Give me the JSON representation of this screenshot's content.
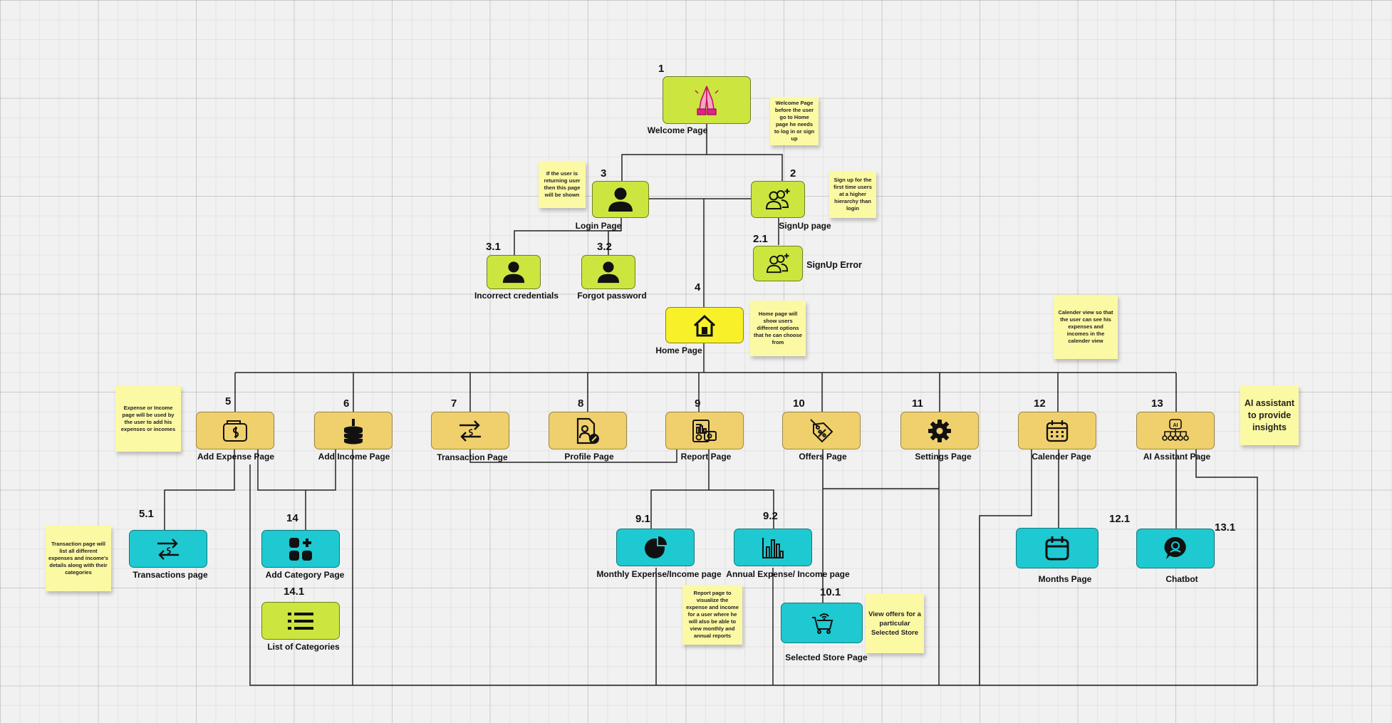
{
  "nodes": {
    "welcome": {
      "num": "1",
      "label": "Welcome Page"
    },
    "login": {
      "num": "3",
      "label": "Login Page"
    },
    "signup": {
      "num": "2",
      "label": "SignUp page"
    },
    "signup_error": {
      "num": "2.1",
      "label": "SignUp Error"
    },
    "incorrect": {
      "num": "3.1",
      "label": "Incorrect credentials"
    },
    "forgot": {
      "num": "3.2",
      "label": "Forgot password"
    },
    "home": {
      "num": "4",
      "label": "Home Page"
    },
    "add_expense": {
      "num": "5",
      "label": "Add Expense Page"
    },
    "add_income": {
      "num": "6",
      "label": "Add Income Page"
    },
    "transaction": {
      "num": "7",
      "label": "Transaction Page"
    },
    "profile": {
      "num": "8",
      "label": "Profile Page"
    },
    "report": {
      "num": "9",
      "label": "Report Page"
    },
    "offers": {
      "num": "10",
      "label": "Offers Page"
    },
    "settings": {
      "num": "11",
      "label": "Settings Page"
    },
    "calender": {
      "num": "12",
      "label": "Calender Page"
    },
    "ai": {
      "num": "13",
      "label": "AI Assitant Page"
    },
    "transactions": {
      "num": "5.1",
      "label": "Transactions page"
    },
    "add_category": {
      "num": "14",
      "label": "Add Category Page"
    },
    "list_categories": {
      "num": "14.1",
      "label": "List of Categories"
    },
    "monthly": {
      "num": "9.1",
      "label": "Monthly Expense/Income page"
    },
    "annual": {
      "num": "9.2",
      "label": "Annual Expense/ Income page"
    },
    "selected_store": {
      "num": "10.1",
      "label": "Selected Store Page"
    },
    "months": {
      "num": "12.1",
      "label": "Months Page"
    },
    "chatbot": {
      "num": "13.1",
      "label": "Chatbot"
    }
  },
  "notes": {
    "welcome": "Welcome Page before the user go to Home page he needs to log in or sign up",
    "login": "If the user is returning user then this page will be shown",
    "signup": "Sign up for the first time users at a higher hierarchy than login",
    "home": "Home page will show users different options that he can choose from",
    "calender": "Calender view so that the user can see his expenses and incomes in the calender view",
    "expense_income": "Expense or Income page will be used by the user to add his expenses or incomes",
    "ai": "AI assistant to provide insights",
    "transaction": "Transaction page will list all different expenses and income's details along with their categories",
    "report": "Report page to visualize the expense and income for a user where he will also be able to view monthly and annual reports",
    "offers": "View offers for a particular Selected Store"
  },
  "colors": {
    "lime": "#cde53f",
    "yellow": "#f8f12a",
    "gold": "#f0d06d",
    "cyan": "#1ec9d1",
    "sticky": "#fcf9a4"
  },
  "icons": {
    "welcome": "praying-hands-icon",
    "login": "user-icon",
    "signup": "add-users-icon",
    "home": "house-icon",
    "add_expense": "wallet-icon",
    "add_income": "coin-stack-icon",
    "transaction": "exchange-arrows-icon",
    "profile": "profile-document-icon",
    "report": "report-chart-icon",
    "offers": "discount-tag-icon",
    "settings": "gear-icon",
    "calender": "calendar-icon",
    "ai": "ai-robot-icon",
    "monthly": "pie-chart-icon",
    "annual": "bar-chart-icon",
    "selected_store": "shopping-cart-icon",
    "months": "calendar-icon",
    "chatbot": "chat-bubble-icon",
    "add_category": "grid-plus-icon",
    "list_categories": "list-icon"
  }
}
